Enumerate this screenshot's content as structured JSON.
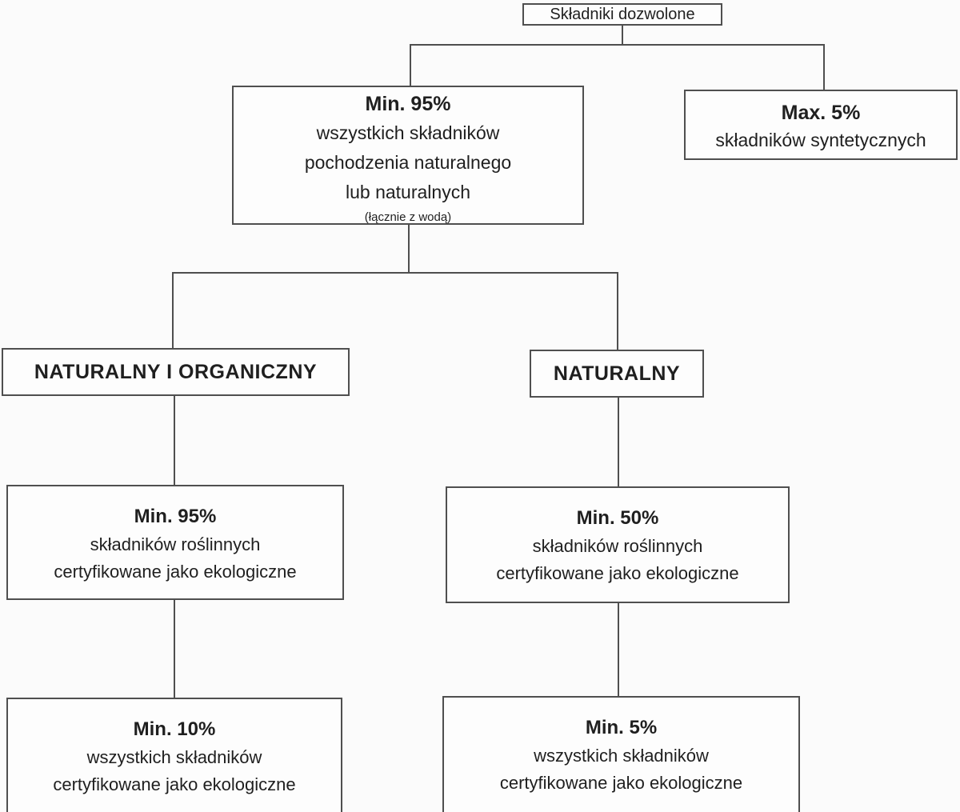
{
  "title": "Składniki dozwolone",
  "colors": {
    "background": "#fbfbfb",
    "box_fill": "#fdfdfd",
    "border": "#4f4f4f",
    "text": "#1f1f1f"
  },
  "nodes": {
    "root": {
      "label": "Składniki dozwolone"
    },
    "natural_origin": {
      "title": "Min. 95%",
      "line1": "wszystkich składników",
      "line2": "pochodzenia naturalnego",
      "line3": "lub naturalnych",
      "note": "(łącznie z wodą)"
    },
    "synthetic": {
      "title": "Max. 5%",
      "line1": "składników syntetycznych"
    },
    "natural_organic": {
      "label": "NATURALNY I ORGANICZNY"
    },
    "natural": {
      "label": "NATURALNY"
    },
    "organic_plant": {
      "title": "Min. 95%",
      "line1": "składników roślinnych",
      "line2": "certyfikowane jako ekologiczne"
    },
    "natural_plant": {
      "title": "Min. 50%",
      "line1": "składników roślinnych",
      "line2": "certyfikowane jako ekologiczne"
    },
    "organic_all": {
      "title": "Min. 10%",
      "line1": "wszystkich składników",
      "line2": "certyfikowane jako ekologiczne"
    },
    "natural_all": {
      "title": "Min. 5%",
      "line1": "wszystkich składników",
      "line2": "certyfikowane jako ekologiczne"
    }
  }
}
